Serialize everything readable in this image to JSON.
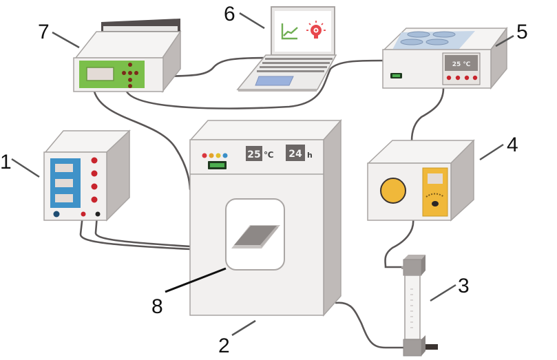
{
  "figure": {
    "title": "Experimental setup schematic",
    "components": [
      {
        "id": "1",
        "label": "1",
        "name": "Power supply / electrochemical workstation"
      },
      {
        "id": "2",
        "label": "2",
        "name": "Incubator chamber"
      },
      {
        "id": "3",
        "label": "3",
        "name": "Flowmeter"
      },
      {
        "id": "4",
        "label": "4",
        "name": "Pump / controller"
      },
      {
        "id": "5",
        "label": "5",
        "name": "Water bath"
      },
      {
        "id": "6",
        "label": "6",
        "name": "Laptop computer"
      },
      {
        "id": "7",
        "label": "7",
        "name": "Data acquisition unit"
      },
      {
        "id": "8",
        "label": "8",
        "name": "Sample device"
      }
    ]
  },
  "incubator": {
    "temperature_value": "25",
    "temperature_unit": "℃",
    "time_value": "24",
    "time_unit": "h",
    "indicator_colors": [
      "#d9363e",
      "#e2a32b",
      "#e2c02b",
      "#3a8fc8"
    ]
  },
  "water_bath": {
    "display": "25 ℃"
  },
  "colors": {
    "daq_panel": "#7bbf4a",
    "power_panel": "#3f92c8",
    "pump_meter": "#f0b83a",
    "knob_red": "#c8242c",
    "screen_blue": "#9bb2dd",
    "icon_green": "#6fae52",
    "icon_red": "#e8474d"
  }
}
